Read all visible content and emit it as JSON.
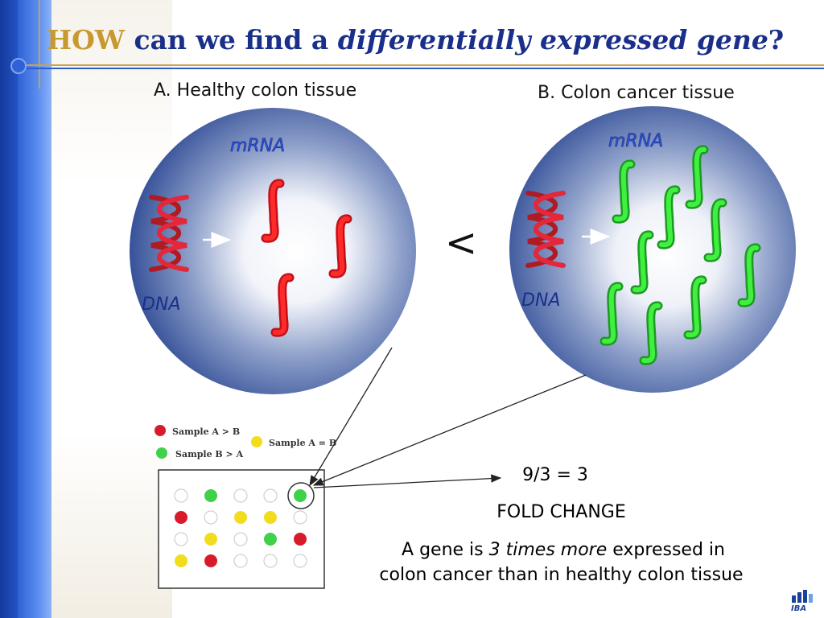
{
  "title": {
    "part1": "HOW",
    "part2": "can we find a",
    "part3": "differentially expressed gene",
    "part4": "?"
  },
  "panels": {
    "a_label": "A. Healthy colon tissue",
    "b_label": "B. Colon cancer tissue",
    "mrna_label": "mRNA",
    "dna_label": "DNA",
    "comparison": "<"
  },
  "legend": {
    "a_gt_b": "Sample A > B",
    "b_gt_a": "Sample B > A",
    "a_eq_b": "Sample A = B"
  },
  "colors": {
    "red": "#d81a2a",
    "green": "#3fd14a",
    "yellow": "#f2dc1e",
    "empty": "#ffffff",
    "title_blue": "#1a2f8a",
    "title_gold": "#c8992e"
  },
  "microarray": [
    [
      "empty",
      "green",
      "empty",
      "empty",
      "green"
    ],
    [
      "red",
      "empty",
      "yellow",
      "yellow",
      "empty"
    ],
    [
      "empty",
      "yellow",
      "empty",
      "green",
      "red"
    ],
    [
      "yellow",
      "red",
      "empty",
      "empty",
      "empty"
    ]
  ],
  "result": {
    "ratio": "9/3 = 3",
    "fold_change": "FOLD CHANGE",
    "line1_pre": "A gene is",
    "line1_em": "3 times more",
    "line1_post": "expressed in",
    "line2": "colon cancer than in healthy colon tissue"
  },
  "logo": {
    "text": "IBA"
  }
}
